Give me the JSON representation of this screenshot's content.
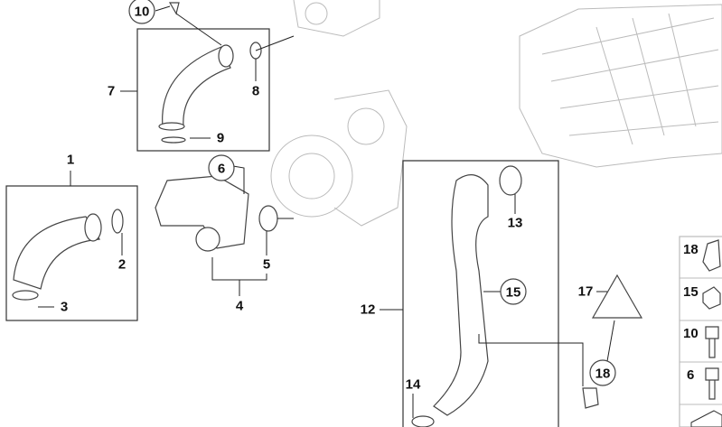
{
  "diagram": {
    "callouts": {
      "c10": "10",
      "c7": "7",
      "c8": "8",
      "c9": "9",
      "c1": "1",
      "c6": "6",
      "c2": "2",
      "c3": "3",
      "c5": "5",
      "c4": "4",
      "c13": "13",
      "c12": "12",
      "c15": "15",
      "c17": "17",
      "c18": "18",
      "c14": "14"
    },
    "legend_column": [
      "18",
      "15",
      "10",
      "6"
    ]
  }
}
